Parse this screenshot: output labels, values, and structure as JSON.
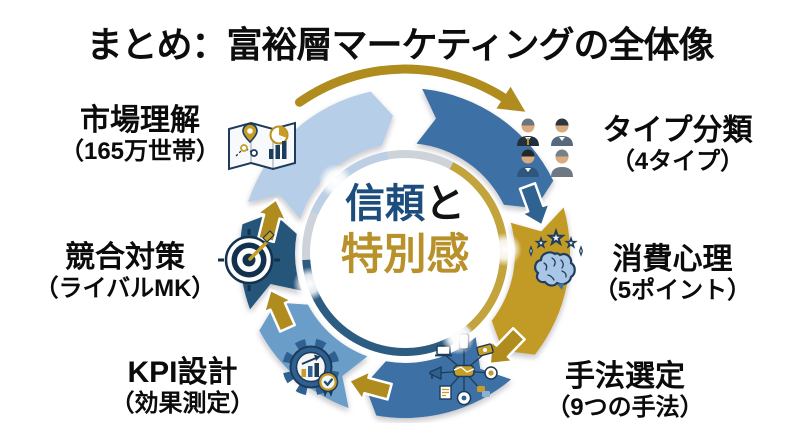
{
  "title": "まとめ：富裕層マーケティングの全体像",
  "center": {
    "trust": "信頼",
    "and": "と",
    "special": "特別感"
  },
  "segments": [
    {
      "label": "市場理解",
      "sublabel": "（165万世帯）",
      "color": "#b7cee8",
      "icon": "map-chart-icon"
    },
    {
      "label": "タイプ分類",
      "sublabel": "（4タイプ）",
      "color": "#3d6fa4",
      "icon": "customer-types-icon"
    },
    {
      "label": "消費心理",
      "sublabel": "（5ポイント）",
      "color": "#c29a25",
      "icon": "brain-icon"
    },
    {
      "label": "手法選定",
      "sublabel": "（9つの手法）",
      "color": "#3d6fa4",
      "icon": "marketing-methods-network-icon"
    },
    {
      "label": "KPI設計",
      "sublabel": "（効果測定）",
      "color": "#6b9dc8",
      "icon": "kpi-gear-icon"
    },
    {
      "label": "競合対策",
      "sublabel": "（ライバルMK）",
      "color": "#26547a",
      "icon": "competitor-target-icon"
    }
  ],
  "colors": {
    "gold_arrow": "#b08c1e",
    "navy_arrow": "#2f6191",
    "gold_segment": "#c29a25",
    "navy_segment": "#26547a",
    "trust_text": "#1c4d7d",
    "special_text": "#b8912a",
    "title_text": "#0d0d0d"
  }
}
